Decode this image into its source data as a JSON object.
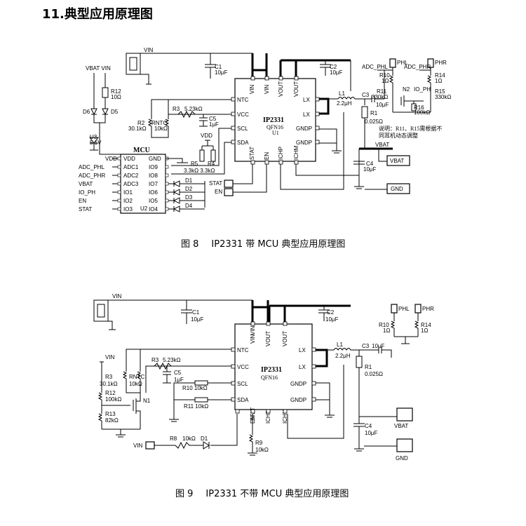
{
  "heading": "11.典型应用原理图",
  "fig8": {
    "caption_num": "图 8",
    "caption_text": "IP2331 带 MCU 典型应用原理图",
    "chip": {
      "name": "IP2331",
      "pkg": "QFN16",
      "ref": "U1",
      "left_pins": [
        "NTC",
        "VCC",
        "SCL",
        "SDA"
      ],
      "top_pins": [
        "VIN",
        "VIN",
        "VOUT",
        "VOUT"
      ],
      "right_pins": [
        "LX",
        "LX",
        "GNDP",
        "GNDP"
      ],
      "bottom_pins": [
        "STAT",
        "EN",
        "ICHP",
        "ICHM"
      ]
    },
    "mcu": {
      "name": "MCU",
      "ref": "U2",
      "left_pins": [
        "VDD",
        "ADC1",
        "ADC2",
        "ADC3",
        "IO1",
        "IO2",
        "IO3"
      ],
      "right_pins": [
        "GND",
        "IO9",
        "IO8",
        "IO7",
        "IO6",
        "IO5",
        "IO4"
      ],
      "left_nets": [
        "VDD",
        "ADC_PHL",
        "ADC_PHR",
        "VBAT",
        "IO_PH",
        "EN",
        "STAT"
      ]
    },
    "labels": {
      "vin": "VIN",
      "vbat_vin": "VBAT VIN",
      "r12": "R12",
      "r12v": "10Ω",
      "d6": "D6",
      "d5": "D5",
      "u3": "U3",
      "u3v": "5.1V",
      "c1": "C1",
      "c1v": "10μF",
      "c2": "C2",
      "c2v": "10μF",
      "r3": "R3",
      "r3v": "5.23kΩ",
      "c5": "C5",
      "c5v": "1μF",
      "r2": "R2",
      "r2v": "30.1kΩ",
      "rntc": "RNTC",
      "rntcv": "10kΩ",
      "vdd": "VDD",
      "r5": "R5",
      "r4": "R4",
      "r45v": "3.3kΩ 3.3kΩ",
      "l1": "L1",
      "l1v": "2.2μH",
      "c3": "C3",
      "c3v": "10μF",
      "r1": "R1",
      "r1v": "0.025Ω",
      "c4": "C4",
      "c4v": "10μF",
      "vbat": "VBAT",
      "gnd": "GND",
      "stat": "STAT",
      "en": "EN",
      "phl": "PHL",
      "phr": "PHR",
      "adc_phl": "ADC_PHL",
      "adc_phr": "ADC_PHR",
      "r10": "R10",
      "r10v": "1Ω",
      "r14": "R14",
      "r14v": "1Ω",
      "r11": "R11",
      "r11v": "330kΩ",
      "r15": "R15",
      "r15v": "330kΩ",
      "n2": "N2",
      "io_ph": "IO_PH",
      "r16": "R16",
      "r16v": "100kΩ",
      "note1": "说明：R11、R15需根据不",
      "note2": "同耳机动态调整",
      "leds": [
        "D1",
        "D2",
        "D3",
        "D4"
      ]
    }
  },
  "fig9": {
    "caption_num": "图 9",
    "caption_text": "IP2331 不带 MCU 典型应用原理图",
    "chip": {
      "name": "IP2331",
      "pkg": "QFN16",
      "left_pins": [
        "NTC",
        "VCC",
        "SCL",
        "SDA"
      ],
      "top_pins": [
        "VIN",
        "VIN",
        "VOUT",
        "VOUT"
      ],
      "right_pins": [
        "LX",
        "LX",
        "GNDP",
        "GNDP"
      ],
      "bottom_pins": [
        "STAT",
        "EN",
        "ICHP",
        "ICHM"
      ]
    },
    "labels": {
      "vin": "VIN",
      "c1": "C1",
      "c1v": "10μF",
      "c2": "C2",
      "c2v": "10μF",
      "phl": "PHL",
      "phr": "PHR",
      "r10": "R10",
      "r10v": "1Ω",
      "r14": "R14",
      "r14v": "1Ω",
      "l1": "L1",
      "l1v": "2.2μH",
      "c3": "C3",
      "c3v": "10μF",
      "r1": "R1",
      "r1v": "0.025Ω",
      "r3": "R3",
      "r3v": "5.23kΩ",
      "c5": "C5",
      "c5v": "1μF",
      "r3b": "R3",
      "r3bv": "30.1kΩ",
      "rntc": "RNTC",
      "rntcv": "10kΩ",
      "r10b": "R10 10kΩ",
      "r11b": "R11 10kΩ",
      "r12": "R12",
      "r12v": "100kΩ",
      "n1": "N1",
      "r13": "R13",
      "r13v": "82kΩ",
      "c4": "C4",
      "c4v": "10μF",
      "vbat": "VBAT",
      "gnd": "GND",
      "r8": "R8",
      "r8v": "10kΩ",
      "d1": "D1",
      "r9": "R9",
      "r9v": "10kΩ"
    }
  }
}
